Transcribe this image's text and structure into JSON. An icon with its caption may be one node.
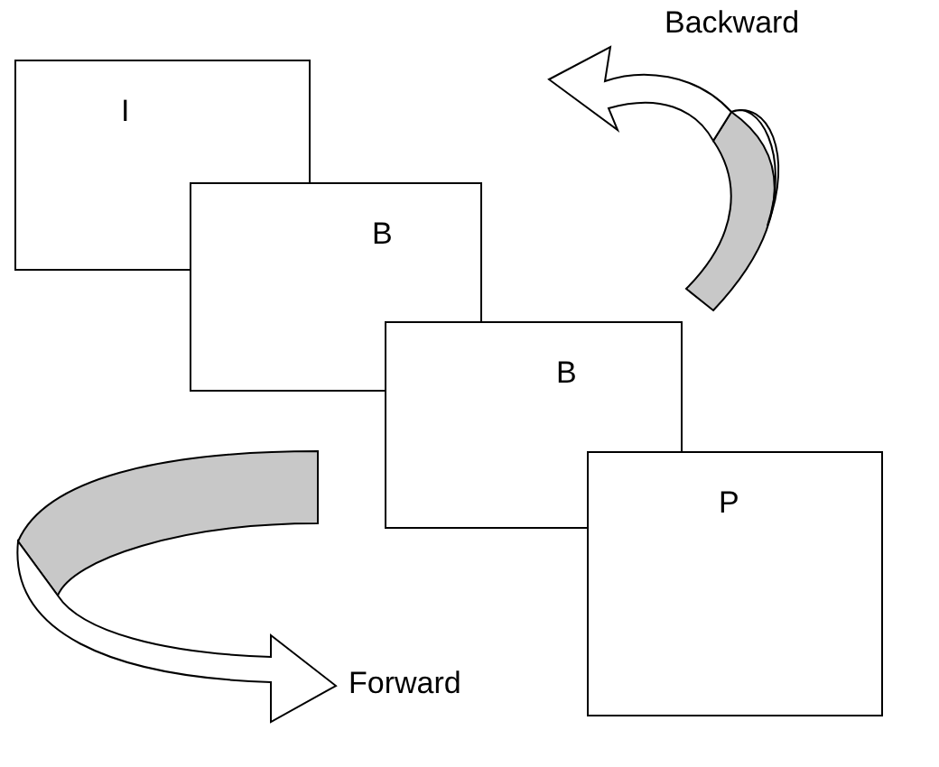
{
  "diagram": {
    "nodes": [
      {
        "text": [
          "I"
        ]
      },
      {
        "text": [
          "B"
        ]
      },
      {
        "text": [
          "B"
        ]
      },
      {
        "text": [
          "P"
        ]
      }
    ],
    "edges": [],
    "labels": [
      "Backward",
      "Forward"
    ]
  }
}
